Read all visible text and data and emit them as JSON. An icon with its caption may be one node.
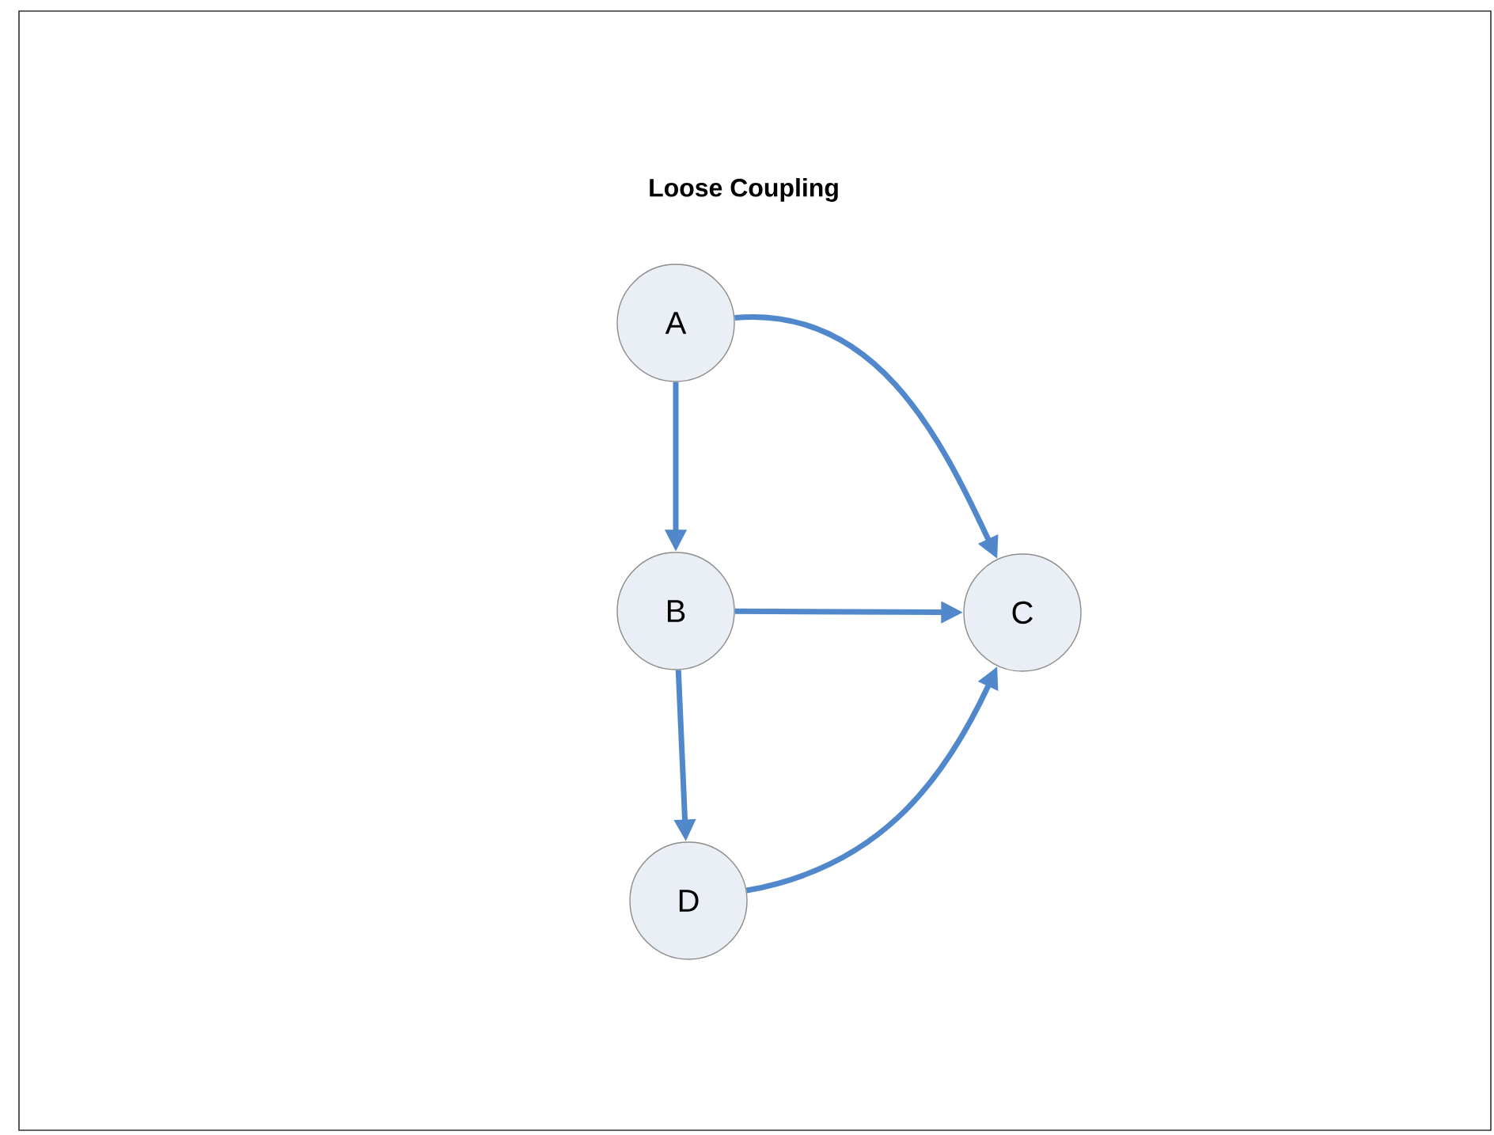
{
  "diagram": {
    "title": "Loose Coupling",
    "nodes": [
      {
        "text": [
          "A"
        ]
      },
      {
        "text": [
          "B"
        ]
      },
      {
        "text": [
          "C"
        ]
      },
      {
        "text": [
          "D"
        ]
      }
    ],
    "edges": [
      {
        "from": 0,
        "to": 1,
        "arrow": "to"
      },
      {
        "from": 0,
        "to": 2,
        "arrow": "to"
      },
      {
        "from": 1,
        "to": 2,
        "arrow": "to"
      },
      {
        "from": 1,
        "to": 3,
        "arrow": "to"
      },
      {
        "from": 3,
        "to": 2,
        "arrow": "to"
      }
    ]
  }
}
